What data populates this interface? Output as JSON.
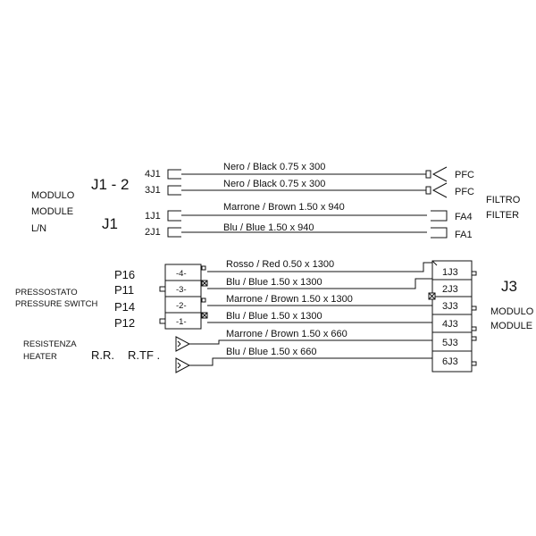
{
  "left_module": {
    "title_it": "MODULO",
    "title_en": "MODULE",
    "sub": "L/N",
    "group1": "J1 - 2",
    "group2": "J1"
  },
  "filter": {
    "it": "FILTRO",
    "en": "FILTER"
  },
  "pressure": {
    "it": "PRESSOSTATO",
    "en": "PRESSURE SWITCH"
  },
  "heater": {
    "it": "RESISTENZA",
    "en": "HEATER",
    "rr": "R.R.",
    "rtf": "R.TF ."
  },
  "j3": {
    "title": "J3",
    "it": "MODULO",
    "en": "MODULE"
  },
  "top_wires": [
    {
      "from": "4J1",
      "label": "Nero / Black  0.75 x 300",
      "to": "PFC"
    },
    {
      "from": "3J1",
      "label": "Nero / Black  0.75 x 300",
      "to": "PFC"
    },
    {
      "from": "1J1",
      "label": "Marrone / Brown 1.50 x 940",
      "to": "FA4"
    },
    {
      "from": "2J1",
      "label": "Blu / Blue 1.50 x 940",
      "to": "FA1"
    }
  ],
  "switch_pins": [
    "P16",
    "P11",
    "P14",
    "P12"
  ],
  "switch_terms": [
    "-4-",
    "-3-",
    "-2-",
    "-1-"
  ],
  "bottom_wires": [
    {
      "label": "Rosso / Red 0.50 x 1300",
      "to": "1J3"
    },
    {
      "label": "Blu / Blue 1.50 x 1300",
      "to": "2J3"
    },
    {
      "label": "Marrone / Brown 1.50 x 1300",
      "to": "3J3"
    },
    {
      "label": "Blu / Blue 1.50 x 1300",
      "to": "4J3"
    },
    {
      "label": "Marrone / Brown 1.50 x 660",
      "to": "5J3"
    },
    {
      "label": "Blu / Blue 1.50 x 660",
      "to": "6J3"
    }
  ]
}
